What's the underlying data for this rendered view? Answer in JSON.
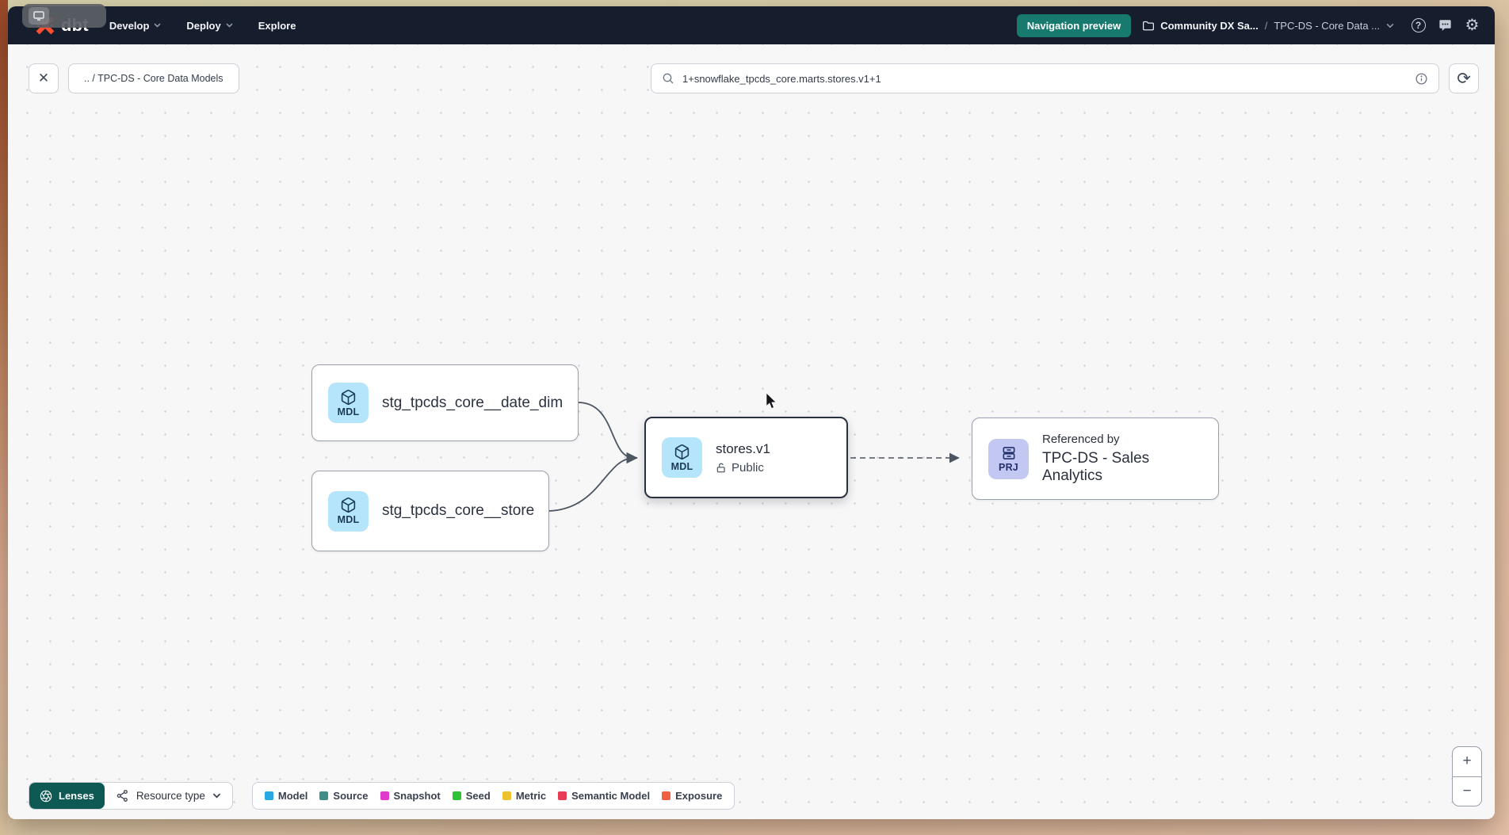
{
  "navbar": {
    "logo_text": "dbt",
    "menus": [
      {
        "label": "Develop"
      },
      {
        "label": "Deploy"
      },
      {
        "label": "Explore"
      }
    ],
    "preview_badge": "Navigation preview",
    "breadcrumb": {
      "account": "Community DX Sa...",
      "separator": "/",
      "project": "TPC-DS - Core Data ..."
    },
    "help_glyph": "?",
    "gear_glyph": "⚙"
  },
  "toolbar": {
    "close_glyph": "✕",
    "path_chip": ".. / TPC-DS - Core Data Models",
    "search_value": "1+snowflake_tpcds_core.marts.stores.v1+1",
    "refresh_glyph": "⟳"
  },
  "graph": {
    "nodes": [
      {
        "badge": "MDL",
        "title": "stg_tpcds_core__date_dim"
      },
      {
        "badge": "MDL",
        "title": "stg_tpcds_core__store"
      },
      {
        "badge": "MDL",
        "title": "stores.v1",
        "access": "Public",
        "selected": true
      },
      {
        "badge": "PRJ",
        "title": "Referenced by",
        "subtitle": "TPC-DS - Sales Analytics"
      }
    ]
  },
  "footer": {
    "lenses_label": "Lenses",
    "resource_type_label": "Resource type",
    "legend": [
      {
        "label": "Model",
        "color": "#29a9e1"
      },
      {
        "label": "Source",
        "color": "#3f8e88"
      },
      {
        "label": "Snapshot",
        "color": "#e13bcd"
      },
      {
        "label": "Seed",
        "color": "#2fc235"
      },
      {
        "label": "Metric",
        "color": "#eec12e"
      },
      {
        "label": "Semantic Model",
        "color": "#e93a56"
      },
      {
        "label": "Exposure",
        "color": "#ee6242"
      }
    ]
  },
  "zoom_controls": {
    "zoom_in": "+",
    "zoom_out": "−"
  },
  "colors": {
    "navbar_bg": "#161e2e",
    "badge_teal": "#18796f",
    "lenses_teal": "#0f5954",
    "model_tile": "#b4e5fb",
    "project_tile": "#c3c8f3",
    "edge": "#4d5560",
    "brand_orange": "#ff4f2e"
  }
}
